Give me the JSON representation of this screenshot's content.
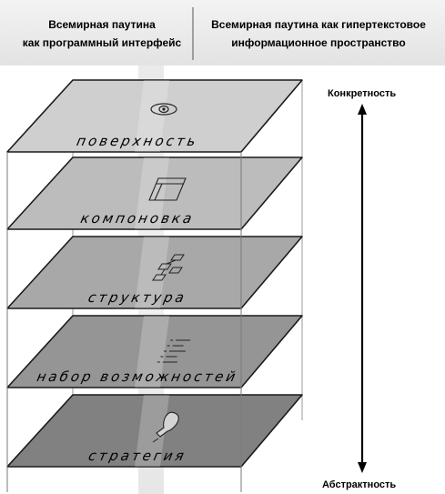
{
  "header": {
    "left_line1": "Всемирная паутина",
    "left_line2": "как программный интерфейс",
    "right_line1": "Всемирная паутина как гипертекстовое",
    "right_line2": "информационное пространство"
  },
  "axis": {
    "top_label": "Конкретность",
    "bottom_label": "Абстрактность"
  },
  "layers": [
    {
      "label": "поверхность",
      "icon": "eye-icon",
      "fill": "#cfcfcf"
    },
    {
      "label": "компоновка",
      "icon": "wireframe-icon",
      "fill": "#bcbcbc"
    },
    {
      "label": "структура",
      "icon": "flowchart-icon",
      "fill": "#a8a8a8"
    },
    {
      "label": "набор возможностей",
      "icon": "feature-list-icon",
      "fill": "#959595"
    },
    {
      "label": "стратегия",
      "icon": "lightbulb-icon",
      "fill": "#818181"
    }
  ]
}
